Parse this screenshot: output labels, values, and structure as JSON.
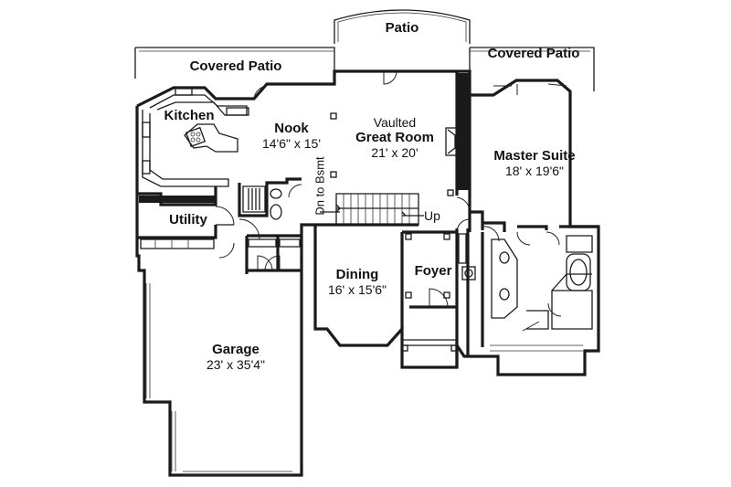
{
  "rooms": {
    "patio": {
      "name": "Patio"
    },
    "covered_patio_left": {
      "name": "Covered Patio"
    },
    "covered_patio_right": {
      "name": "Covered Patio"
    },
    "kitchen": {
      "name": "Kitchen"
    },
    "nook": {
      "name": "Nook",
      "size": "14'6\" x 15'"
    },
    "great_room": {
      "prefix": "Vaulted",
      "name": "Great Room",
      "size": "21' x 20'"
    },
    "master_suite": {
      "name": "Master Suite",
      "size": "18' x 19'6\""
    },
    "utility": {
      "name": "Utility"
    },
    "dining": {
      "name": "Dining",
      "size": "16' x 15'6\""
    },
    "foyer": {
      "name": "Foyer"
    },
    "garage": {
      "name": "Garage",
      "size": "23' x 35'4\""
    }
  },
  "stairs": {
    "down": "Dn to Bsmt",
    "up": "Up"
  }
}
